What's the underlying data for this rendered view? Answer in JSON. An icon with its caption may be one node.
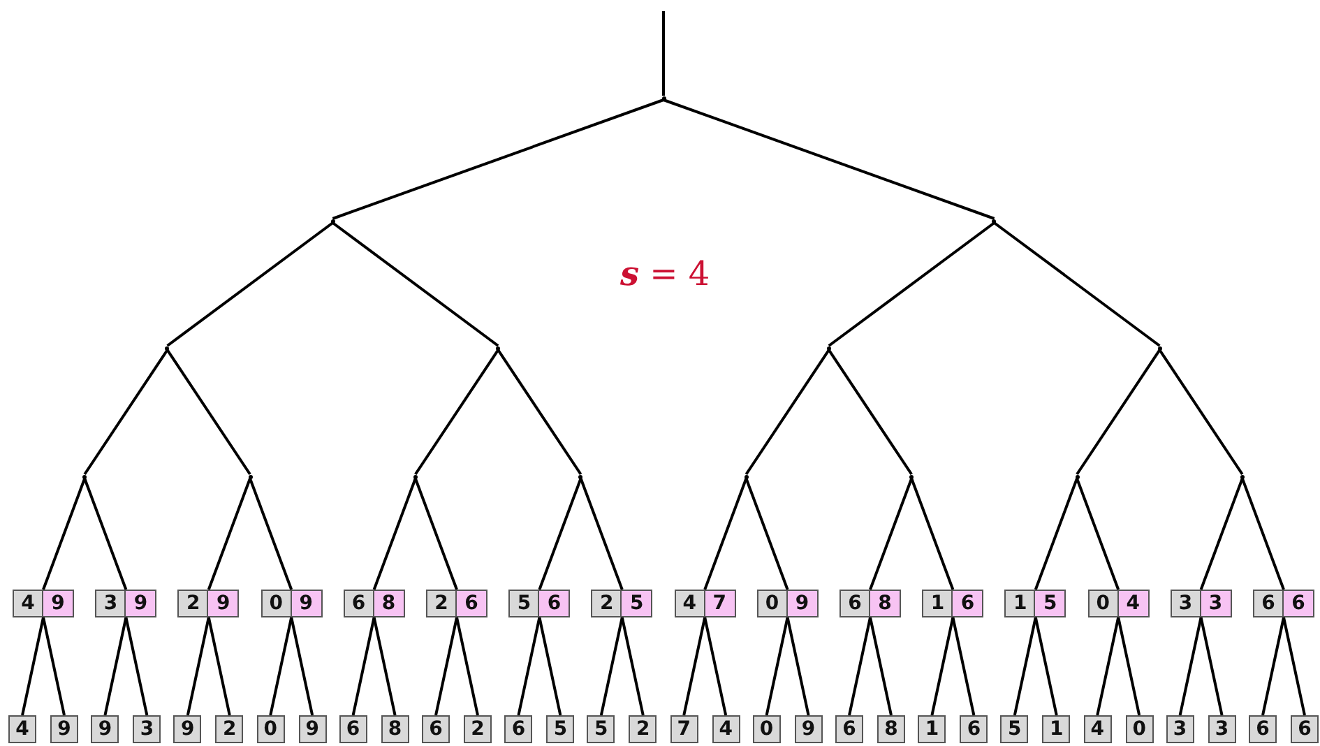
{
  "diagram": {
    "nodes": [
      {
        "text": [],
        "shape": "point"
      },
      {
        "text": [],
        "shape": "point"
      },
      {
        "text": [],
        "shape": "point"
      },
      {
        "text": [],
        "shape": "point"
      },
      {
        "text": [],
        "shape": "point"
      },
      {
        "text": [],
        "shape": "point"
      },
      {
        "text": [],
        "shape": "point"
      },
      {
        "text": [],
        "shape": "point"
      },
      {
        "text": [],
        "shape": "point"
      },
      {
        "text": [],
        "shape": "point"
      },
      {
        "text": [],
        "shape": "point"
      },
      {
        "text": [],
        "shape": "point"
      },
      {
        "text": [],
        "shape": "point"
      },
      {
        "text": [],
        "shape": "point"
      },
      {
        "text": [],
        "shape": "point"
      },
      {
        "text": [
          "4",
          "9"
        ]
      },
      {
        "text": [
          "3",
          "9"
        ]
      },
      {
        "text": [
          "2",
          "9"
        ]
      },
      {
        "text": [
          "0",
          "9"
        ]
      },
      {
        "text": [
          "6",
          "8"
        ]
      },
      {
        "text": [
          "2",
          "6"
        ]
      },
      {
        "text": [
          "5",
          "6"
        ]
      },
      {
        "text": [
          "2",
          "5"
        ]
      },
      {
        "text": [
          "4",
          "7"
        ]
      },
      {
        "text": [
          "0",
          "9"
        ]
      },
      {
        "text": [
          "6",
          "8"
        ]
      },
      {
        "text": [
          "1",
          "6"
        ]
      },
      {
        "text": [
          "1",
          "5"
        ]
      },
      {
        "text": [
          "0",
          "4"
        ]
      },
      {
        "text": [
          "3",
          "3"
        ]
      },
      {
        "text": [
          "6",
          "6"
        ]
      },
      {
        "text": [
          "4"
        ]
      },
      {
        "text": [
          "9"
        ]
      },
      {
        "text": [
          "9"
        ]
      },
      {
        "text": [
          "3"
        ]
      },
      {
        "text": [
          "9"
        ]
      },
      {
        "text": [
          "2"
        ]
      },
      {
        "text": [
          "0"
        ]
      },
      {
        "text": [
          "9"
        ]
      },
      {
        "text": [
          "6"
        ]
      },
      {
        "text": [
          "8"
        ]
      },
      {
        "text": [
          "6"
        ]
      },
      {
        "text": [
          "2"
        ]
      },
      {
        "text": [
          "6"
        ]
      },
      {
        "text": [
          "5"
        ]
      },
      {
        "text": [
          "5"
        ]
      },
      {
        "text": [
          "2"
        ]
      },
      {
        "text": [
          "7"
        ]
      },
      {
        "text": [
          "4"
        ]
      },
      {
        "text": [
          "0"
        ]
      },
      {
        "text": [
          "9"
        ]
      },
      {
        "text": [
          "6"
        ]
      },
      {
        "text": [
          "8"
        ]
      },
      {
        "text": [
          "1"
        ]
      },
      {
        "text": [
          "6"
        ]
      },
      {
        "text": [
          "5"
        ]
      },
      {
        "text": [
          "1"
        ]
      },
      {
        "text": [
          "4"
        ]
      },
      {
        "text": [
          "0"
        ]
      },
      {
        "text": [
          "3"
        ]
      },
      {
        "text": [
          "3"
        ]
      },
      {
        "text": [
          "6"
        ]
      },
      {
        "text": [
          "6"
        ]
      }
    ],
    "edges": [
      {
        "from": null,
        "to": 0,
        "arrow": "none"
      },
      {
        "from": 0,
        "to": 1,
        "arrow": "none"
      },
      {
        "from": 0,
        "to": 2,
        "arrow": "none"
      },
      {
        "from": 1,
        "to": 3,
        "arrow": "none"
      },
      {
        "from": 1,
        "to": 4,
        "arrow": "none"
      },
      {
        "from": 2,
        "to": 5,
        "arrow": "none"
      },
      {
        "from": 2,
        "to": 6,
        "arrow": "none"
      },
      {
        "from": 3,
        "to": 7,
        "arrow": "none"
      },
      {
        "from": 3,
        "to": 8,
        "arrow": "none"
      },
      {
        "from": 4,
        "to": 9,
        "arrow": "none"
      },
      {
        "from": 4,
        "to": 10,
        "arrow": "none"
      },
      {
        "from": 5,
        "to": 11,
        "arrow": "none"
      },
      {
        "from": 5,
        "to": 12,
        "arrow": "none"
      },
      {
        "from": 6,
        "to": 13,
        "arrow": "none"
      },
      {
        "from": 6,
        "to": 14,
        "arrow": "none"
      },
      {
        "from": 7,
        "to": 15,
        "arrow": "none"
      },
      {
        "from": 7,
        "to": 16,
        "arrow": "none"
      },
      {
        "from": 8,
        "to": 17,
        "arrow": "none"
      },
      {
        "from": 8,
        "to": 18,
        "arrow": "none"
      },
      {
        "from": 9,
        "to": 19,
        "arrow": "none"
      },
      {
        "from": 9,
        "to": 20,
        "arrow": "none"
      },
      {
        "from": 10,
        "to": 21,
        "arrow": "none"
      },
      {
        "from": 10,
        "to": 22,
        "arrow": "none"
      },
      {
        "from": 11,
        "to": 23,
        "arrow": "none"
      },
      {
        "from": 11,
        "to": 24,
        "arrow": "none"
      },
      {
        "from": 12,
        "to": 25,
        "arrow": "none"
      },
      {
        "from": 12,
        "to": 26,
        "arrow": "none"
      },
      {
        "from": 13,
        "to": 27,
        "arrow": "none"
      },
      {
        "from": 13,
        "to": 28,
        "arrow": "none"
      },
      {
        "from": 14,
        "to": 29,
        "arrow": "none"
      },
      {
        "from": 14,
        "to": 30,
        "arrow": "none"
      },
      {
        "from": 15,
        "to": 31,
        "arrow": "none"
      },
      {
        "from": 15,
        "to": 32,
        "arrow": "none"
      },
      {
        "from": 16,
        "to": 33,
        "arrow": "none"
      },
      {
        "from": 16,
        "to": 34,
        "arrow": "none"
      },
      {
        "from": 17,
        "to": 35,
        "arrow": "none"
      },
      {
        "from": 17,
        "to": 36,
        "arrow": "none"
      },
      {
        "from": 18,
        "to": 37,
        "arrow": "none"
      },
      {
        "from": 18,
        "to": 38,
        "arrow": "none"
      },
      {
        "from": 19,
        "to": 39,
        "arrow": "none"
      },
      {
        "from": 19,
        "to": 40,
        "arrow": "none"
      },
      {
        "from": 20,
        "to": 41,
        "arrow": "none"
      },
      {
        "from": 20,
        "to": 42,
        "arrow": "none"
      },
      {
        "from": 21,
        "to": 43,
        "arrow": "none"
      },
      {
        "from": 21,
        "to": 44,
        "arrow": "none"
      },
      {
        "from": 22,
        "to": 45,
        "arrow": "none"
      },
      {
        "from": 22,
        "to": 46,
        "arrow": "none"
      },
      {
        "from": 23,
        "to": 47,
        "arrow": "none"
      },
      {
        "from": 23,
        "to": 48,
        "arrow": "none"
      },
      {
        "from": 24,
        "to": 49,
        "arrow": "none"
      },
      {
        "from": 24,
        "to": 50,
        "arrow": "none"
      },
      {
        "from": 25,
        "to": 51,
        "arrow": "none"
      },
      {
        "from": 25,
        "to": 52,
        "arrow": "none"
      },
      {
        "from": 26,
        "to": 53,
        "arrow": "none"
      },
      {
        "from": 26,
        "to": 54,
        "arrow": "none"
      },
      {
        "from": 27,
        "to": 55,
        "arrow": "none"
      },
      {
        "from": 27,
        "to": 56,
        "arrow": "none"
      },
      {
        "from": 28,
        "to": 57,
        "arrow": "none"
      },
      {
        "from": 28,
        "to": 58,
        "arrow": "none"
      },
      {
        "from": 29,
        "to": 59,
        "arrow": "none"
      },
      {
        "from": 29,
        "to": 60,
        "arrow": "none"
      },
      {
        "from": 30,
        "to": 61,
        "arrow": "none"
      },
      {
        "from": 30,
        "to": 62,
        "arrow": "none"
      }
    ],
    "labels": [
      "*s* = 4"
    ]
  }
}
